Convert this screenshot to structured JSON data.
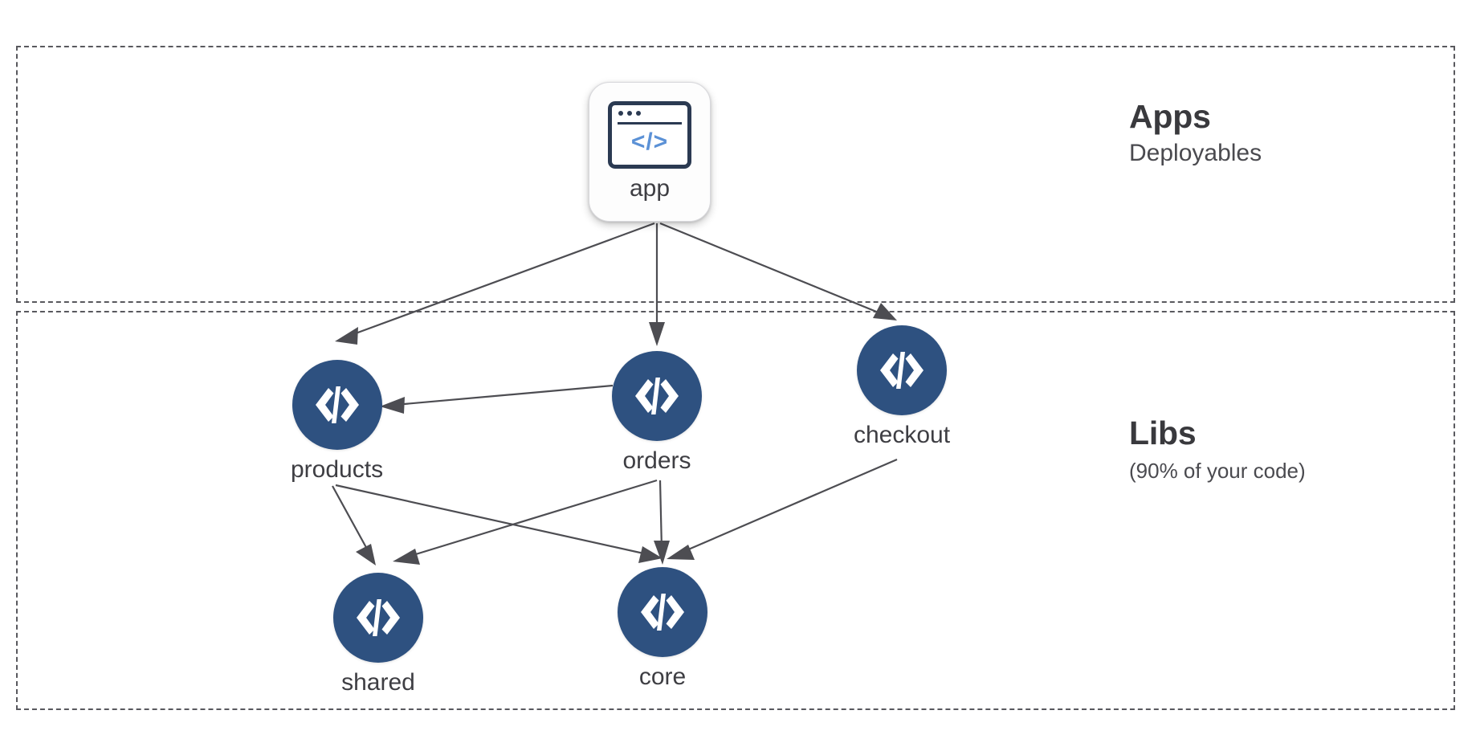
{
  "diagram": {
    "type": "dependency-graph",
    "background": "#ffffff",
    "node_color": "#2e5180",
    "edge_color": "#4d4d52",
    "zone_border_color": "#59595e",
    "code_accent_color": "#5b91d6"
  },
  "zones": [
    {
      "id": "apps",
      "title": "Apps",
      "subtitle": "Deployables"
    },
    {
      "id": "libs",
      "title": "Libs",
      "subtitle": "(90% of your code)"
    }
  ],
  "nodes": {
    "app": {
      "label": "app",
      "kind": "app-card",
      "icon": "browser-code-icon",
      "code_glyph": "</>"
    },
    "products": {
      "label": "products",
      "kind": "lib-circle",
      "icon": "code-brackets-icon"
    },
    "orders": {
      "label": "orders",
      "kind": "lib-circle",
      "icon": "code-brackets-icon"
    },
    "checkout": {
      "label": "checkout",
      "kind": "lib-circle",
      "icon": "code-brackets-icon"
    },
    "shared": {
      "label": "shared",
      "kind": "lib-circle",
      "icon": "code-brackets-icon"
    },
    "core": {
      "label": "core",
      "kind": "lib-circle",
      "icon": "code-brackets-icon"
    }
  },
  "edges": [
    {
      "from": "app",
      "to": "products"
    },
    {
      "from": "app",
      "to": "orders"
    },
    {
      "from": "app",
      "to": "checkout"
    },
    {
      "from": "orders",
      "to": "products"
    },
    {
      "from": "products",
      "to": "shared"
    },
    {
      "from": "products",
      "to": "core"
    },
    {
      "from": "orders",
      "to": "core"
    },
    {
      "from": "orders",
      "to": "shared"
    },
    {
      "from": "checkout",
      "to": "core"
    }
  ]
}
